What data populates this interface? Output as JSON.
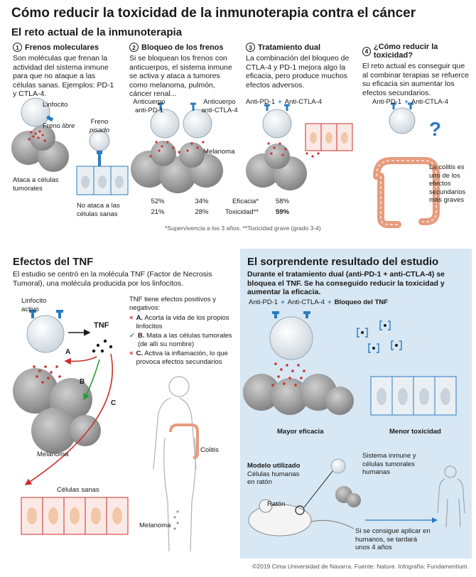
{
  "header": {
    "title": "Cómo reducir la toxicidad de la inmunoterapia contra el cáncer",
    "subtitle": "El reto actual de la inmunoterapia"
  },
  "steps": [
    {
      "num": "1",
      "title": "Frenos moleculares",
      "body": "Son moléculas que frenan la actividad del sistema inmune para que no ataque a las células sanas. Ejemplos: PD-1 y CTLA-4."
    },
    {
      "num": "2",
      "title": "Bloqueo de los frenos",
      "body": "Si se bloquean los frenos con anticuerpos, el sistema inmune se activa y ataca a tumores como melanoma, pulmón, cáncer renal..."
    },
    {
      "num": "3",
      "title": "Tratamiento dual",
      "body": "La combinación del bloqueo de CTLA-4 y PD-1 mejora algo la eficacia, pero produce muchos efectos adversos."
    },
    {
      "num": "4",
      "title": "¿Cómo reducir la toxicidad?",
      "body": "El reto actual es conseguir que al combinar terapias se refuerce su eficacia sin aumentar los efectos secundarios."
    }
  ],
  "step1_labels": {
    "linfocito": "Linfocito",
    "freno_prefix": "Freno ",
    "freno_italic": "libre",
    "ataca": "Ataca a células tumorales",
    "freno_pisado_1": "Freno",
    "freno_pisado_2": "pisado",
    "no_ataca": "No ataca a las células sanas"
  },
  "step2_labels": {
    "ab1": "Anticuerpo anti-PD-1",
    "ab2": "Anticuerpo anti-CTLA-4",
    "melanoma": "Melanoma"
  },
  "step3_labels": {
    "pd1": "Anti-PD-1",
    "ctla4": "Anti-CTLA-4"
  },
  "step4_labels": {
    "pd1": "Anti-PD-1",
    "ctla4": "Anti-CTLA-4",
    "question": "?",
    "colitis_note": "La colitis es uno de los efectos secundarios más graves"
  },
  "stats": {
    "col_a": [
      "52%",
      "21%"
    ],
    "col_b": [
      "34%",
      "28%"
    ],
    "labels": [
      "Eficacia*",
      "Toxicidad**"
    ],
    "col_c": [
      "58%",
      "59%"
    ],
    "footnote": "*Supervivencia a los 3 años. **Toxicidad grave (grado 3-4)"
  },
  "tnf": {
    "title": "Efectos del TNF",
    "intro": "El estudio se centró en la molécula TNF (Factor de Necrosis Tumoral), una molécula producida por los linfocitos.",
    "linfocito_activo": "Linfocito activo",
    "tnf_label": "TNF",
    "arrow_a": "A",
    "arrow_b": "B",
    "arrow_c": "C",
    "melanoma": "Melanoma",
    "celulas_sanas": "Células sanas",
    "effects_intro": "TNF tiene efectos positivos y negativos:",
    "effects": [
      {
        "mark": "×",
        "letter": "A.",
        "text": "Acorta la vida de los propios linfocitos",
        "type": "neg"
      },
      {
        "mark": "✓",
        "letter": "B.",
        "text": "Mata a las células tumorales (de allí su nombre)",
        "type": "pos"
      },
      {
        "mark": "×",
        "letter": "C.",
        "text": "Activa la inflamación, lo que provoca efectos secundarios",
        "type": "neg"
      }
    ],
    "colitis": "Colitis",
    "melanoma_body": "Melanoma"
  },
  "result": {
    "title": "El sorprendente resultado del estudio",
    "intro": "Durante el tratamiento dual (anti-PD-1 + anti-CTLA-4) se bloquea el TNF. Se ha conseguido reducir la toxicidad y aumentar la eficacia.",
    "pd1": "Anti-PD-1",
    "ctla4": "Anti-CTLA-4",
    "bloqueo": "Bloqueo del TNF",
    "mayor": "Mayor eficacia",
    "menor": "Menor toxicidad",
    "modelo_title": "Modelo utilizado",
    "modelo_body": "Células humanas en ratón",
    "sistema": "Sistema inmune y células tumorales humanas",
    "raton": "Ratón",
    "aplicar": "Si se consigue aplicar en humanos, se tardará unos 4 años"
  },
  "footer": "©2019 Cima Universidad de Navarra. Fuente: Nature. Infografía: Fundamentium.",
  "colors": {
    "blue": "#2b7bbf",
    "red": "#c9302c",
    "green": "#2a9a3a",
    "panel": "#d7e7f3",
    "cell_fill": "#e9eff3",
    "tumor": "#9a9a9a",
    "skin": "#f2c7a8"
  }
}
